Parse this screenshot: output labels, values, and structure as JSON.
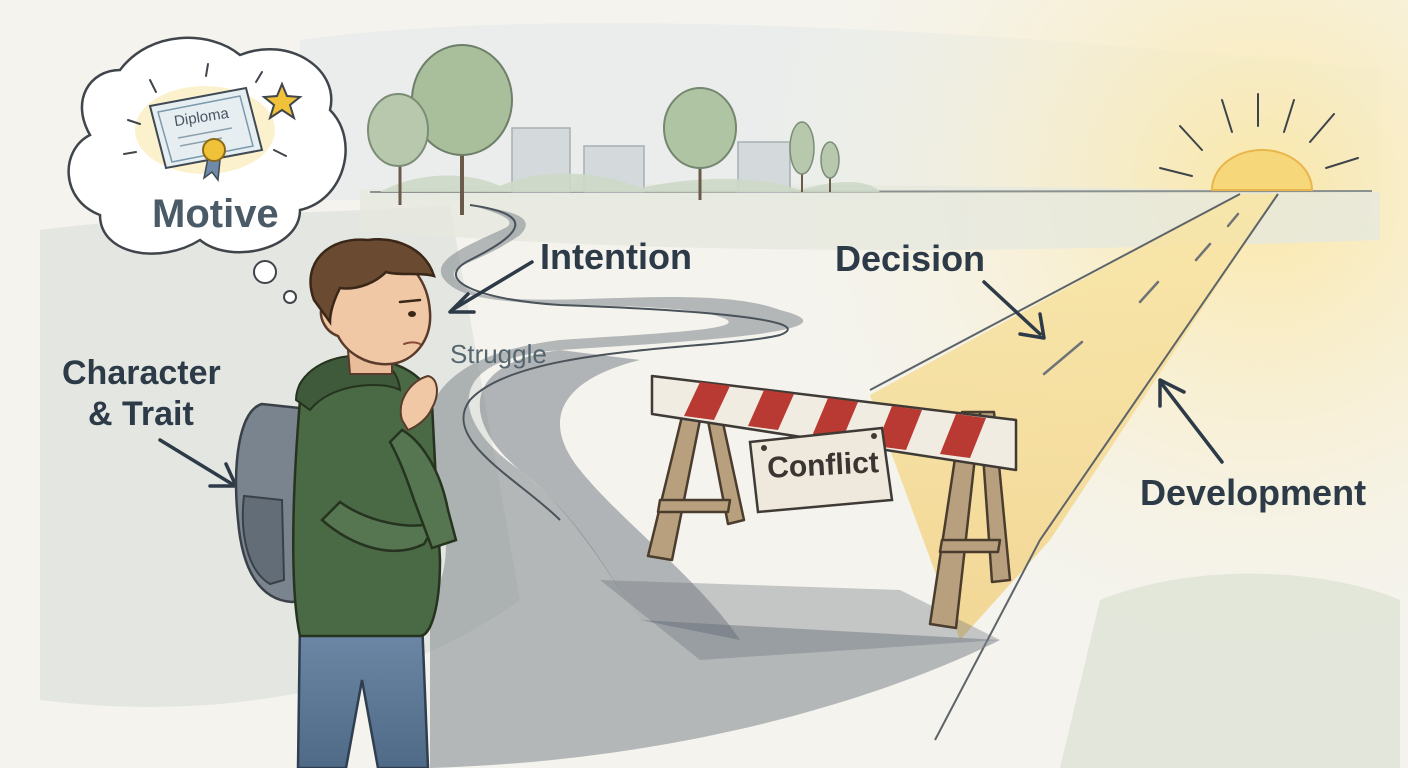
{
  "labels": {
    "motive": "Motive",
    "diploma": "Diploma",
    "intention": "Intention",
    "struggle": "Struggle",
    "character_line1": "Character",
    "character_line2": "& Trait",
    "decision": "Decision",
    "conflict": "Conflict",
    "development": "Development"
  },
  "icons": [
    "thought-bubble",
    "diploma-certificate-icon",
    "rosette-icon",
    "star-icon",
    "sun-icon",
    "road-barrier",
    "backpack-icon",
    "tree-icon"
  ],
  "colors": {
    "label_text": "#2d3a47",
    "barrier_red": "#b83a33",
    "sun_yellow": "#f6d77a",
    "hoodie_green": "#4a6a45",
    "road_gray": "#7d858d",
    "star_gold": "#f0c23a"
  }
}
